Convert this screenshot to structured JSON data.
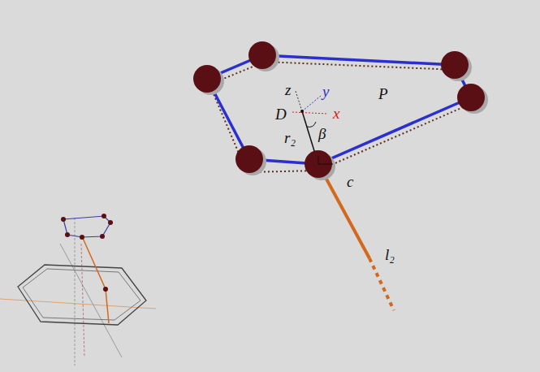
{
  "diagram": {
    "labels": [
      "z",
      "y",
      "x",
      "D",
      "P",
      "β",
      "r₂",
      "c",
      "l₂"
    ]
  }
}
